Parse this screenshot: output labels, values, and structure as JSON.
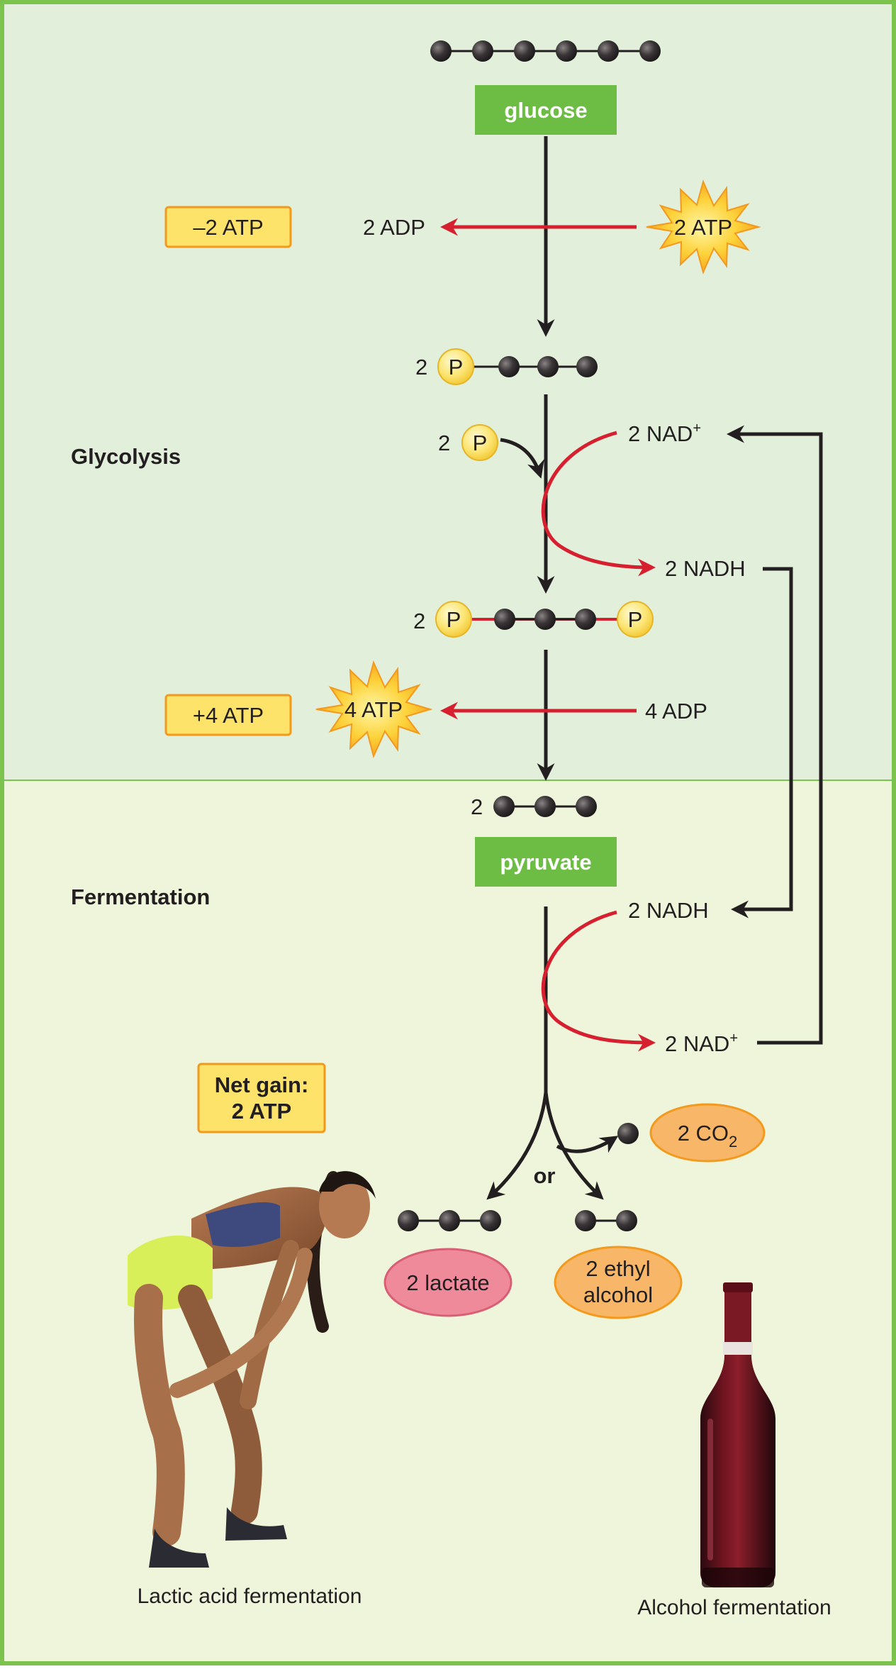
{
  "sections": {
    "glycolysis": "Glycolysis",
    "fermentation": "Fermentation"
  },
  "boxes": {
    "glucose": "glucose",
    "pyruvate": "pyruvate"
  },
  "energy": {
    "invest_box": "–2 ATP",
    "invest_adp": "2 ADP",
    "invest_atp": "2 ATP",
    "payoff_box": "+4 ATP",
    "payoff_atp": "4 ATP",
    "payoff_adp": "4 ADP",
    "net_gain_line1": "Net gain:",
    "net_gain_line2": "2 ATP"
  },
  "molecules": {
    "coefficient": "2",
    "phosphate": "P"
  },
  "nad": {
    "nad_plus_top": "2 NAD",
    "nadh_top": "2 NADH",
    "nadh_bottom": "2 NADH",
    "nad_plus_bottom": "2 NAD",
    "plus_sign": "+"
  },
  "products": {
    "or": "or",
    "co2": "2 CO",
    "co2_sub": "2",
    "lactate": "2 lactate",
    "ethyl_line1": "2 ethyl",
    "ethyl_line2": "alcohol"
  },
  "captions": {
    "lactic": "Lactic acid fermentation",
    "alcohol": "Alcohol fermentation"
  },
  "colors": {
    "top_panel": "#e2f0db",
    "bottom_panel": "#eef5da",
    "frame": "#7cc34e",
    "green_box": "#6dbd44",
    "red_arrow": "#d7202f",
    "atp_box": "#fde36a",
    "atp_border": "#f39a1e",
    "lactate": "#ee8a9a",
    "orange": "#f8b768",
    "phosphate": "#fbe470",
    "carbon": "#3a3536"
  }
}
